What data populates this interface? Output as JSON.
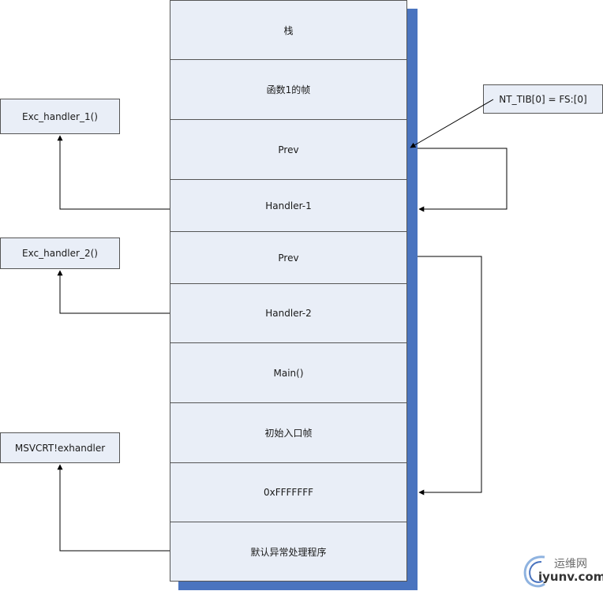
{
  "stack_cells": [
    {
      "label": "栈"
    },
    {
      "label": "函数1的帧"
    },
    {
      "label": "Prev"
    },
    {
      "label": "Handler-1"
    },
    {
      "label": "Prev"
    },
    {
      "label": "Handler-2"
    },
    {
      "label": "Main()"
    },
    {
      "label": "初始入口帧"
    },
    {
      "label": "0xFFFFFFF"
    },
    {
      "label": "默认异常处理程序"
    }
  ],
  "handlers": [
    {
      "label": "Exc_handler_1()"
    },
    {
      "label": "Exc_handler_2()"
    },
    {
      "label": "MSVCRT!exhandler"
    }
  ],
  "tib_label": "NT_TIB[0] = FS:[0]",
  "watermark": {
    "cn": "运维网",
    "en": "iyunv.com"
  },
  "colors": {
    "cell_fill": "#e9eef7",
    "shadow": "#4a74bf",
    "border": "#555555"
  }
}
